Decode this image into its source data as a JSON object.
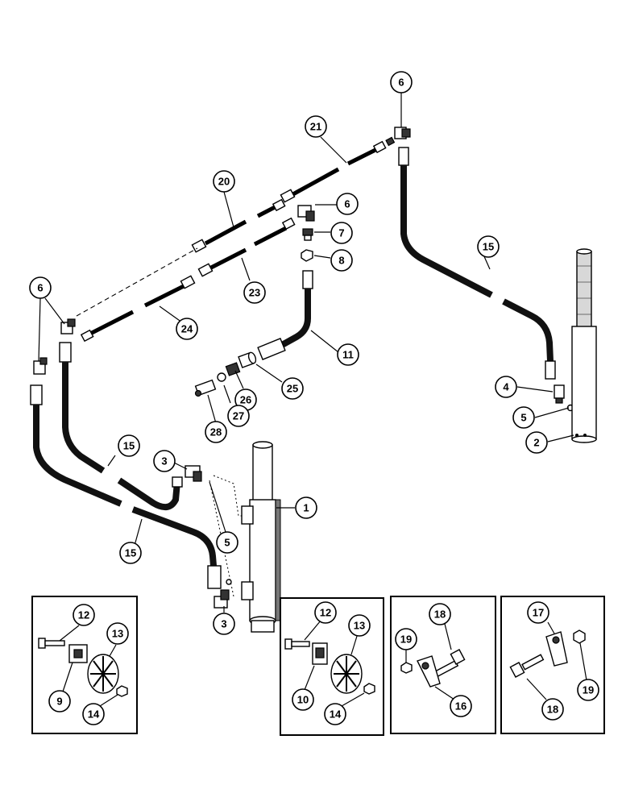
{
  "callouts": {
    "c1": "1",
    "c2": "2",
    "c3a": "3",
    "c3b": "3",
    "c4": "4",
    "c5a": "5",
    "c5b": "5",
    "c6a": "6",
    "c6b": "6",
    "c6c": "6",
    "c7": "7",
    "c8": "8",
    "c11": "11",
    "c15a": "15",
    "c15b": "15",
    "c15c": "15",
    "c20": "20",
    "c21": "21",
    "c23": "23",
    "c24": "24",
    "c25": "25",
    "c26": "26",
    "c27": "27",
    "c28": "28"
  },
  "insets": [
    {
      "labels": {
        "bolt": "12",
        "wheel": "13",
        "block": "9",
        "nut": "14"
      }
    },
    {
      "labels": {
        "bolt": "12",
        "wheel": "13",
        "block": "10",
        "nut": "14"
      }
    },
    {
      "labels": {
        "bolt": "18",
        "nut": "19",
        "clamp": "16"
      }
    },
    {
      "labels": {
        "clamp": "17",
        "nut": "19",
        "bolt": "18"
      }
    }
  ]
}
